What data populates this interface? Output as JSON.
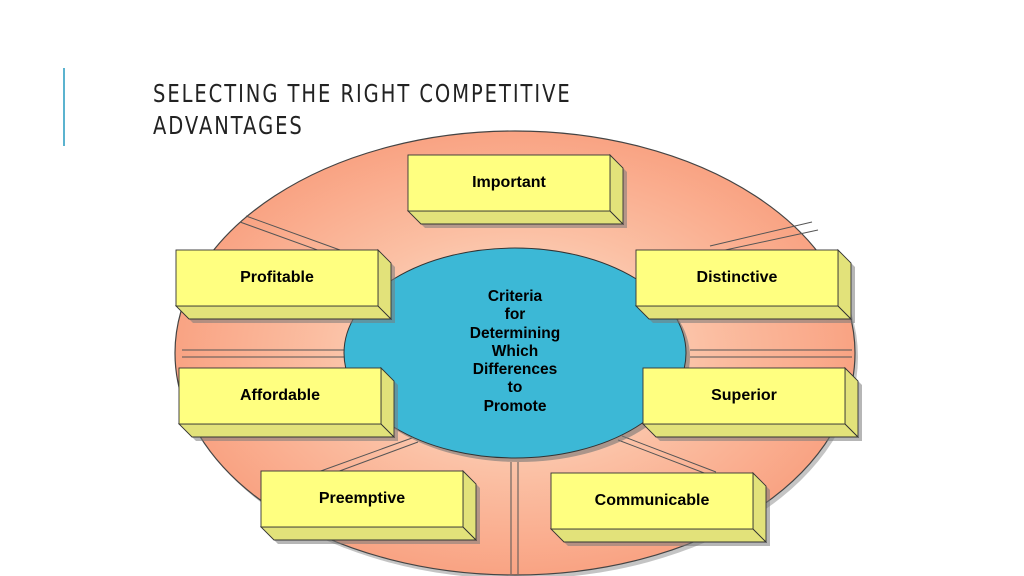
{
  "slide": {
    "title_line1": "Selecting the Right Competitive",
    "title_line2": "Advantages"
  },
  "diagram": {
    "center_lines": [
      "Criteria",
      "for",
      "Determining",
      "Which",
      "Differences",
      "to",
      "Promote"
    ],
    "criteria": [
      "Important",
      "Distinctive",
      "Superior",
      "Communicable",
      "Preemptive",
      "Affordable",
      "Profitable"
    ]
  },
  "colors": {
    "outer_ring": "#f9a383",
    "center": "#3cb8d6",
    "box_face": "#ffff80",
    "box_side": "#e2e27a",
    "accent": "#5bb3cf"
  }
}
